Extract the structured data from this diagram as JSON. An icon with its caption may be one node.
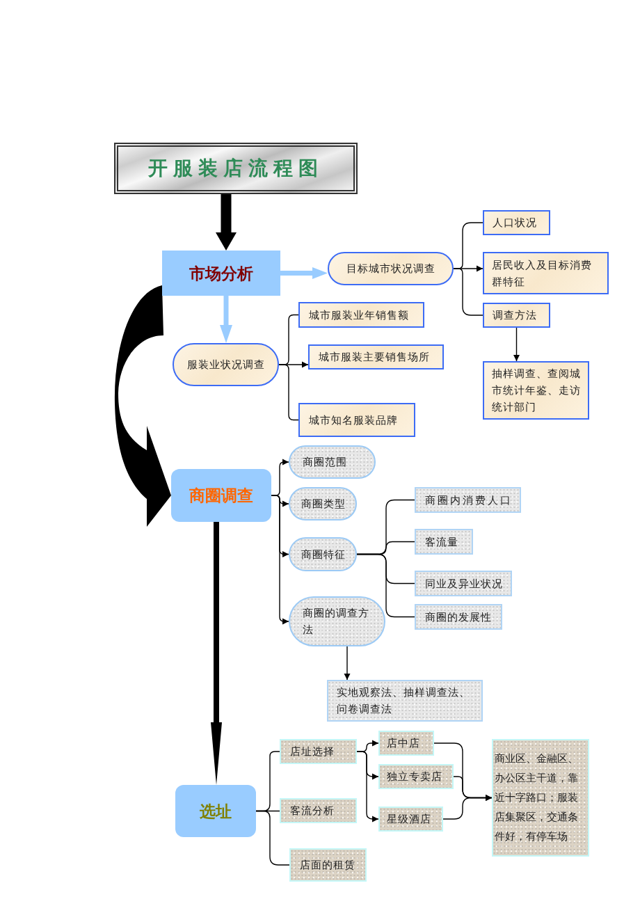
{
  "diagram": {
    "nodes": [
      {
        "text": [
          "开服装店流程图"
        ]
      },
      {
        "text": [
          "市场分析"
        ]
      },
      {
        "text": [
          "目标城市状况调查"
        ]
      },
      {
        "text": [
          "人口状况"
        ]
      },
      {
        "text": [
          "居民收入及目标消费群特征"
        ]
      },
      {
        "text": [
          "调查方法"
        ]
      },
      {
        "text": [
          "抽样调查、查阅城市统计年鉴、走访统计部门"
        ]
      },
      {
        "text": [
          "服装业状况调查"
        ]
      },
      {
        "text": [
          "城市服装业年销售额"
        ]
      },
      {
        "text": [
          "城市服装主要销售场所"
        ]
      },
      {
        "text": [
          "城市知名服装品牌"
        ]
      },
      {
        "text": [
          "商圈调查"
        ]
      },
      {
        "text": [
          "商圈范围"
        ]
      },
      {
        "text": [
          "商圈类型"
        ]
      },
      {
        "text": [
          "商圈特征"
        ]
      },
      {
        "text": [
          "商圈的调查方法"
        ]
      },
      {
        "text": [
          "商圈内消费人口"
        ]
      },
      {
        "text": [
          "客流量"
        ]
      },
      {
        "text": [
          "同业及异业状况"
        ]
      },
      {
        "text": [
          "商圈的发展性"
        ]
      },
      {
        "text": [
          "实地观察法、抽样调查法、问卷调查法"
        ]
      },
      {
        "text": [
          "选址"
        ]
      },
      {
        "text": [
          "店址选择"
        ]
      },
      {
        "text": [
          "客流分析"
        ]
      },
      {
        "text": [
          "店面的租赁"
        ]
      },
      {
        "text": [
          "店中店"
        ]
      },
      {
        "text": [
          "独立专卖店"
        ]
      },
      {
        "text": [
          "星级酒店"
        ]
      },
      {
        "text": [
          "商业区、金融区、办公区主干道，靠近十字路口；服装店集聚区，交通条件好，有停车场"
        ]
      }
    ],
    "edges": [
      {
        "from": 0,
        "to": 1,
        "arrow": "to",
        "style": "thick"
      },
      {
        "from": 1,
        "to": 2,
        "arrow": "to",
        "style": "thick",
        "color": "#99ccff"
      },
      {
        "from": 1,
        "to": 7,
        "arrow": "to",
        "style": "thick",
        "color": "#99ccff"
      },
      {
        "from": 1,
        "to": 11,
        "arrow": "to",
        "style": "thick"
      },
      {
        "from": 2,
        "to": 3,
        "arrow": "none"
      },
      {
        "from": 2,
        "to": 4,
        "arrow": "to"
      },
      {
        "from": 2,
        "to": 5,
        "arrow": "none"
      },
      {
        "from": 5,
        "to": 6,
        "arrow": "to"
      },
      {
        "from": 7,
        "to": 8,
        "arrow": "none"
      },
      {
        "from": 7,
        "to": 9,
        "arrow": "to"
      },
      {
        "from": 7,
        "to": 10,
        "arrow": "none"
      },
      {
        "from": 11,
        "to": 12,
        "arrow": "to"
      },
      {
        "from": 11,
        "to": 13,
        "arrow": "to"
      },
      {
        "from": 11,
        "to": 14,
        "arrow": "to"
      },
      {
        "from": 11,
        "to": 15,
        "arrow": "to"
      },
      {
        "from": 14,
        "to": 16,
        "arrow": "none"
      },
      {
        "from": 14,
        "to": 17,
        "arrow": "none"
      },
      {
        "from": 14,
        "to": 18,
        "arrow": "none"
      },
      {
        "from": 14,
        "to": 19,
        "arrow": "none"
      },
      {
        "from": 15,
        "to": 20,
        "arrow": "to"
      },
      {
        "from": 11,
        "to": 21,
        "arrow": "to",
        "style": "thick"
      },
      {
        "from": 21,
        "to": 22,
        "arrow": "none"
      },
      {
        "from": 21,
        "to": 23,
        "arrow": "none"
      },
      {
        "from": 21,
        "to": 24,
        "arrow": "none"
      },
      {
        "from": 22,
        "to": 25,
        "arrow": "to"
      },
      {
        "from": 22,
        "to": 26,
        "arrow": "to"
      },
      {
        "from": 22,
        "to": 27,
        "arrow": "to"
      },
      {
        "from": 25,
        "to": 28,
        "arrow": "to"
      },
      {
        "from": 26,
        "to": 28,
        "arrow": "to"
      },
      {
        "from": 27,
        "to": 28,
        "arrow": "to"
      }
    ]
  }
}
